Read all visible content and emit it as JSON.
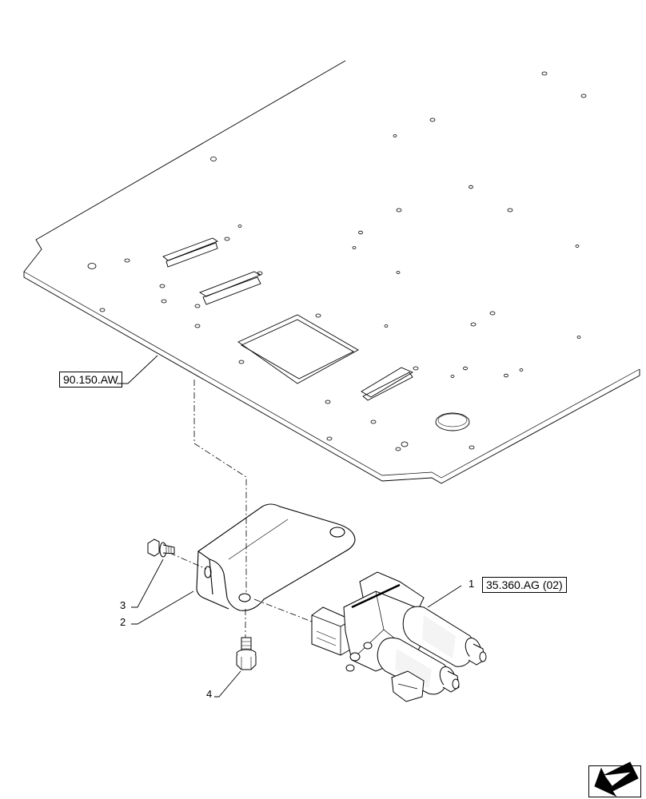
{
  "references": {
    "plate_ref": "90.150.AW",
    "valve_ref": "35.360.AG (02)"
  },
  "callouts": {
    "c1": "1",
    "c2": "2",
    "c3": "3",
    "c4": "4"
  },
  "icons": {
    "navigation": "arrow-down-left-icon"
  },
  "colors": {
    "line": "#000000",
    "background": "#ffffff"
  }
}
